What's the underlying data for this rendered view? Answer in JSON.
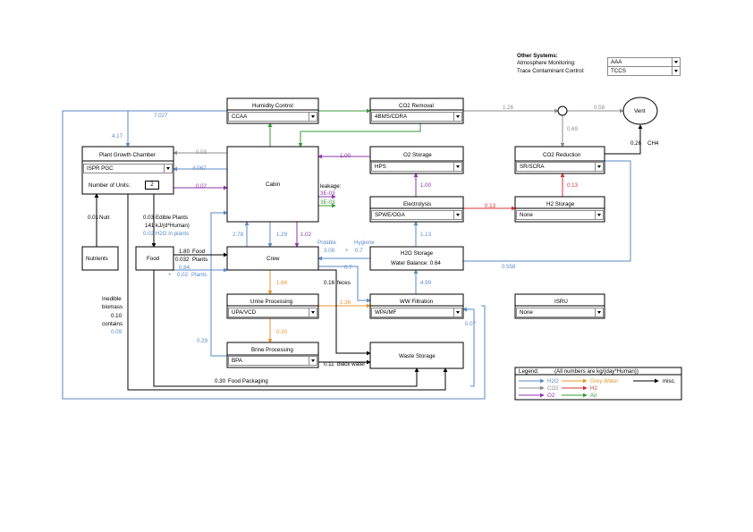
{
  "colors": {
    "h2o": "#5b8ac6",
    "co2": "#8c8c8c",
    "o2": "#8e35a8",
    "grey_water": "#e8962e",
    "h2": "#d43434",
    "air": "#3a9a3a",
    "misc": "#000000"
  },
  "other_systems": {
    "title": "Other Systems:",
    "atmosphere_label": "Atmosphere Monitoring:",
    "atmosphere_value": "AAA",
    "trace_label": "Trace Contaminant Control:",
    "trace_value": "TCCS"
  },
  "modules": {
    "humidity": {
      "title": "Humidity Control",
      "value": "CCAA"
    },
    "co2_removal": {
      "title": "CO2 Removal",
      "value": "4BMS/CDRA"
    },
    "vent": {
      "title": "Vent"
    },
    "plant": {
      "title": "Plant Growth Chamber",
      "value": "ISPR PGC",
      "units_label": "Number of Units:",
      "units_value": "2"
    },
    "cabin": {
      "title": "Cabin"
    },
    "o2_storage": {
      "title": "O2 Storage",
      "value": "HPS"
    },
    "co2_reduction": {
      "title": "CO2 Reduction",
      "value": "SR/SCRA"
    },
    "electrolysis": {
      "title": "Electrolysis",
      "value": "SPWE/OGA"
    },
    "h2_storage": {
      "title": "H2 Storage",
      "value": "None"
    },
    "nutrients": {
      "title": "Nutrients"
    },
    "food": {
      "title": "Food"
    },
    "crew": {
      "title": "Crew"
    },
    "h2o_storage": {
      "title": "H2O Storage",
      "balance": "Water Balance: 0.64"
    },
    "urine": {
      "title": "Urine Processing",
      "value": "UPA/VCD"
    },
    "wwf": {
      "title": "WW Filtration",
      "value": "WPA/MF"
    },
    "isru": {
      "title": "ISRU",
      "value": "None"
    },
    "brine": {
      "title": "Brine Processing",
      "value": "BPA"
    },
    "waste": {
      "title": "Waste Storage"
    }
  },
  "flows": {
    "f7027": "7.027",
    "f126": "1.26",
    "f058": "0.58",
    "f069": "0.69",
    "f026": "0.26",
    "ch4": "CH4",
    "f417": "4.17",
    "f003": "0.03",
    "f100a": "1.00",
    "f4067": "4.067",
    "f002": "0.02",
    "leakage": "leakage:",
    "leak1": "3E-03",
    "leak2": "3E-03",
    "f100b": "1.00",
    "f013a": "0.13",
    "f013b": "0.13",
    "f001": "0.01",
    "nutr": "Nutr.",
    "edible1": "0.03",
    "edible2": "Edible Plants",
    "kj": "141 kJ/(d*Human)",
    "h2o_plants": "0.02 H2O in plants",
    "f278": "2.78",
    "f129": "1.29",
    "f102": "1.02",
    "potable": "Potable",
    "hygiene": "Hygiene",
    "f308": "3.08",
    "plus1": "+",
    "f07a": "0.7",
    "f113": "1.13",
    "f180": "1.80",
    "food_lbl": "Food",
    "f0032": "0.032",
    "plants_lbl": "Plants",
    "f084": "0.84",
    "plus2": "+",
    "f002b": "0.02",
    "plants_lbl2": "Plants",
    "f07b": "0.7",
    "f0558": "0.558",
    "inedible": "Inedible",
    "biomass": "biomass",
    "f010": "0.10",
    "contains": "contains",
    "f009": "0.09",
    "f166": "1.66",
    "f016": "0.16",
    "feces": "feces",
    "f499": "4.99",
    "f136": "1.36",
    "f007": "0.07",
    "f030": "0.30",
    "f029": "0.29",
    "f011": "0.11",
    "black_water": "black water",
    "f030b": "0.30",
    "packaging": "Food Packaging"
  },
  "legend": {
    "title": "Legend:",
    "units_note": "(All numbers are kg/(day*Human))",
    "h2o": "H2O",
    "co2": "CO2",
    "o2": "O2",
    "grey": "Grey Water",
    "h2": "H2",
    "air": "Air",
    "misc": "misc."
  }
}
